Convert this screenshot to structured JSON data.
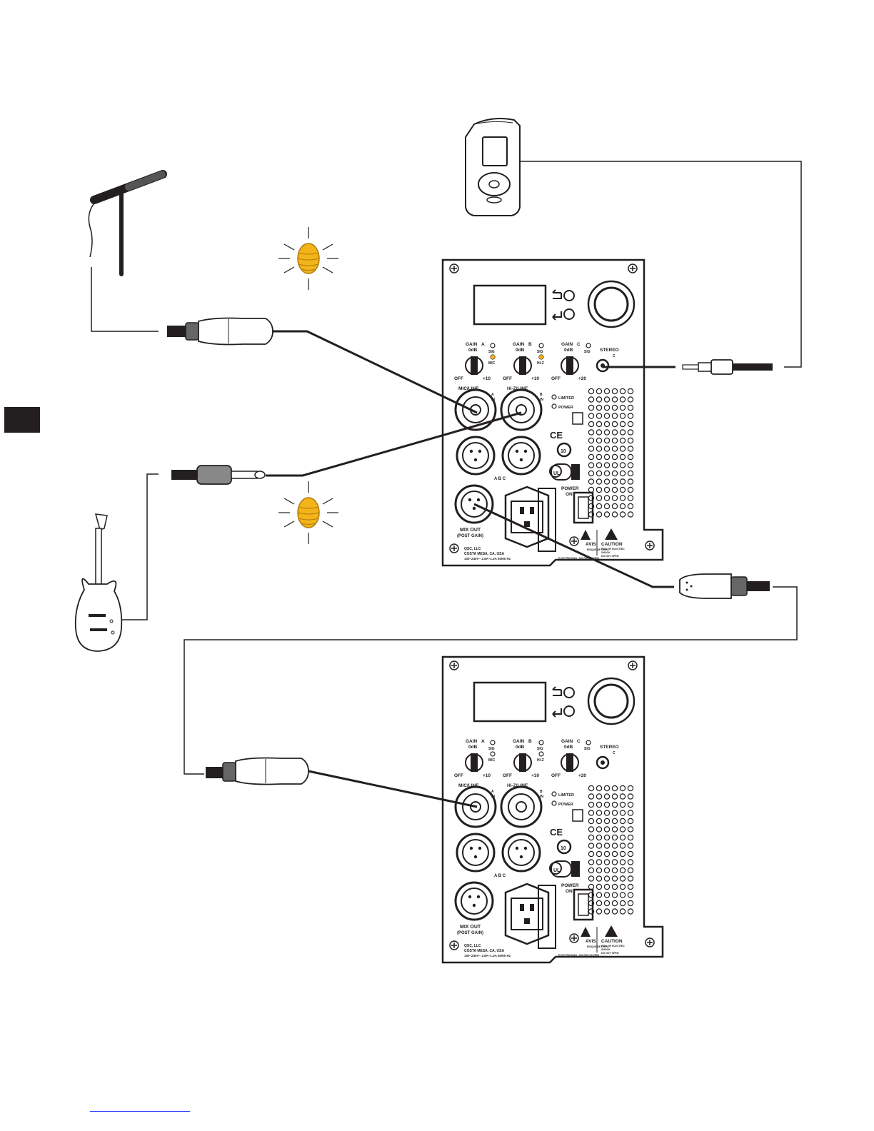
{
  "colors": {
    "ink": "#231f20",
    "panel_fill": "#ffffff",
    "lamp": "#f2b418",
    "lamp_dark": "#b07a10",
    "footer_rule": "#2a3cff"
  },
  "icons": [
    "microphone-icon",
    "guitar-icon",
    "media-player-icon",
    "clip-lamp-icon",
    "xlr-plug-icon",
    "quarter-inch-plug-icon",
    "mini-jack-plug-icon"
  ],
  "speaker_panel": {
    "gain_a": "GAIN",
    "gain_b": "GAIN",
    "gain_c": "GAIN",
    "gain_ch_a": "A",
    "gain_ch_b": "B",
    "gain_ch_c": "C",
    "zero_db": "0dB",
    "off": "OFF",
    "plus10": "+10",
    "plus20": "+20",
    "mic": "MIC",
    "hiz": "HI-Z",
    "sig": "SIG",
    "stereo": "STEREO",
    "mic_line": "MIC/LINE",
    "hiz_line": "Hi-Z/LINE",
    "in_a": "A",
    "in_b": "B",
    "in_c": "C",
    "in_label": "IN",
    "limiter": "LIMITER",
    "power": "POWER",
    "abc": "A B C",
    "power_on_1": "POWER",
    "power_on_2": "ON",
    "mix_out_1": "MIX OUT",
    "mix_out_2": "(POST GAIN)",
    "avis": "AVIS",
    "avis_sub": "RISQUE DE CHOC",
    "caution": "CAUTION",
    "caution_sub_1": "RISK OF ELECTRIC",
    "caution_sub_2": "SHOCK",
    "caution_sub_3": "DO NOT OPEN",
    "maker_1": "QSC, LLC",
    "maker_2": "COSTA MESA, CA, USA",
    "maker_3": "100–240V~ 2.8A–1.3A 50/60 Hz",
    "warning_strip": "ELECTRICIDAD - NO PAS OUVRIR",
    "ce": "CE",
    "ul": "UL",
    "ten": "10"
  }
}
